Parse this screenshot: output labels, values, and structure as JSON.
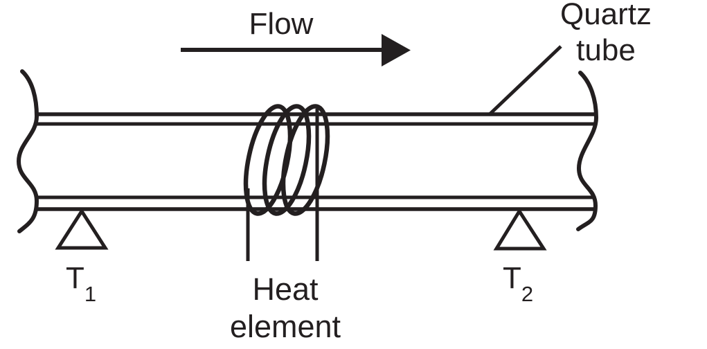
{
  "figure": {
    "background_color": "#ffffff",
    "line_color": "#231f20",
    "labels": {
      "flow": "Flow",
      "quartz_tube": [
        "Quartz",
        "tube"
      ],
      "heat_element": [
        "Heat",
        "element"
      ],
      "sensor_upstream": {
        "main": "T",
        "sub": "1"
      },
      "sensor_downstream": {
        "main": "T",
        "sub": "2"
      }
    }
  }
}
